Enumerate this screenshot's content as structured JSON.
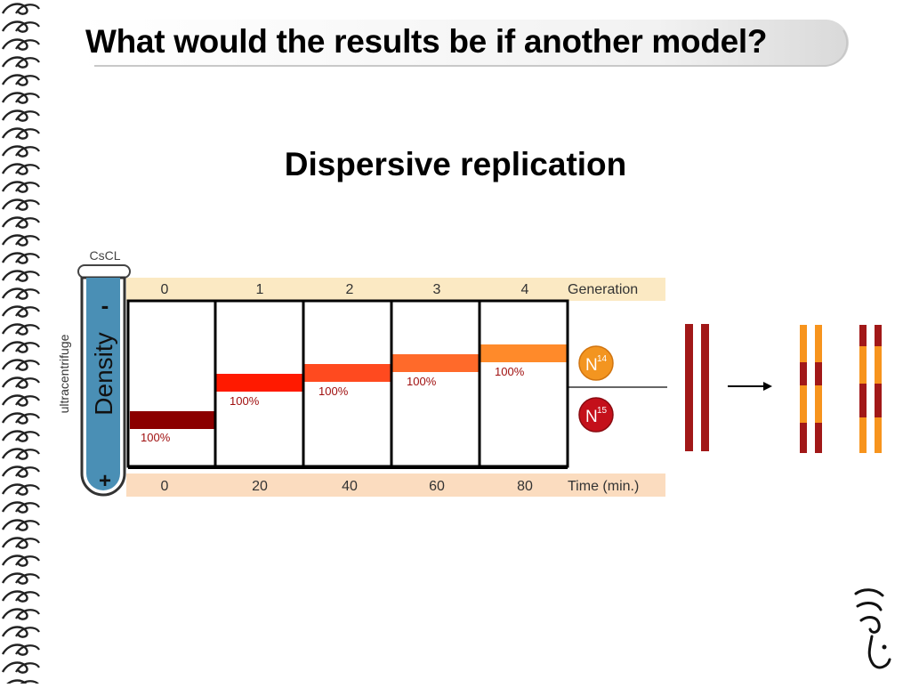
{
  "slide": {
    "title": "What would the results be if another model?",
    "subtitle": "Dispersive replication"
  },
  "diagram": {
    "tube": {
      "cap_label": "CsCL",
      "side_label": "ultracentrifuge",
      "density_label": "Density",
      "minus_sign": "-",
      "plus_sign": "+"
    },
    "generation": {
      "label": "Generation",
      "values": [
        "0",
        "1",
        "2",
        "3",
        "4"
      ]
    },
    "time": {
      "label": "Time (min.)",
      "values": [
        "0",
        "20",
        "40",
        "60",
        "80"
      ]
    },
    "bands": [
      {
        "label": "100%",
        "color": "#8b0000"
      },
      {
        "label": "100%",
        "color": "#ff1a00"
      },
      {
        "label": "100%",
        "color": "#ff4a1f"
      },
      {
        "label": "100%",
        "color": "#ff6a2a"
      },
      {
        "label": "100%",
        "color": "#ff8a2a"
      }
    ],
    "markers": {
      "light": {
        "text": "N",
        "sup": "14",
        "color": "#f39520"
      },
      "heavy": {
        "text": "N",
        "sup": "15",
        "color": "#c4101a"
      }
    },
    "strip_colors": {
      "dark": "#a11818",
      "light": "#f7941d",
      "header": "#fbe9c3",
      "footer": "#fbdcbf",
      "tube": "#4a8fb5"
    }
  }
}
